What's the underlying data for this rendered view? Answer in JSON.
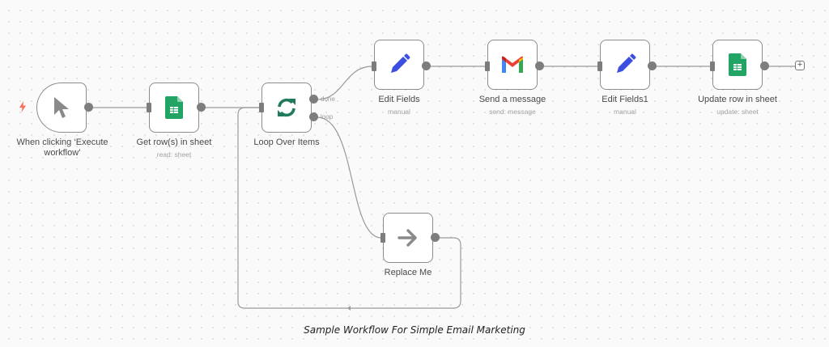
{
  "workflow": {
    "caption": "Sample Workflow For Simple Email Marketing",
    "accent_colors": {
      "trigger_bolt": "#ff6d5a",
      "sheets_green": "#21a464",
      "edit_blue": "#3c4fe0",
      "loop_green": "#217a5b",
      "node_border": "#8c8c8c"
    },
    "nodes": [
      {
        "id": "trigger",
        "label_line1": "When clicking ‘Execute",
        "label_line2": "workflow’",
        "subtitle": "",
        "icon": "cursor-icon"
      },
      {
        "id": "get_rows",
        "label": "Get row(s) in sheet",
        "subtitle": "read: sheet",
        "icon": "google-sheets-icon"
      },
      {
        "id": "loop",
        "label": "Loop Over Items",
        "subtitle": "",
        "icon": "loop-icon",
        "outputs": [
          "done",
          "loop"
        ]
      },
      {
        "id": "edit1",
        "label": "Edit Fields",
        "subtitle": "manual",
        "icon": "pencil-icon"
      },
      {
        "id": "send",
        "label": "Send a message",
        "subtitle": "send: message",
        "icon": "gmail-icon"
      },
      {
        "id": "edit2",
        "label": "Edit Fields1",
        "subtitle": "manual",
        "icon": "pencil-icon"
      },
      {
        "id": "update",
        "label": "Update row in sheet",
        "subtitle": "update: sheet",
        "icon": "google-sheets-icon"
      },
      {
        "id": "replace",
        "label": "Replace Me",
        "subtitle": "",
        "icon": "arrow-right-icon"
      }
    ],
    "add_node_symbol": "+"
  }
}
